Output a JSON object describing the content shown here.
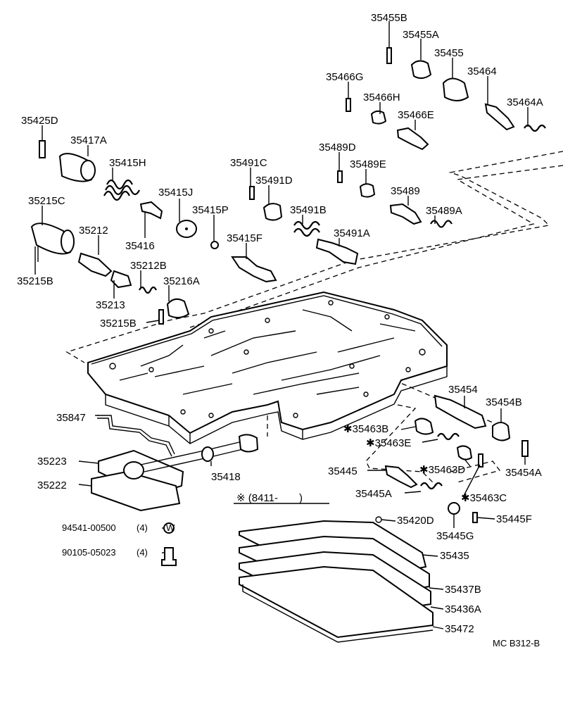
{
  "diagram": {
    "code": "MC B312-B",
    "serial_note": "※ (8411-　　)",
    "hardware": [
      {
        "part": "94541-00500",
        "qty": "(4)",
        "symbol": "W"
      },
      {
        "part": "90105-05023",
        "qty": "(4)"
      }
    ],
    "labels": [
      "35455B",
      "35455A",
      "35455",
      "35464",
      "35464A",
      "35466G",
      "35466H",
      "35466E",
      "35425D",
      "35417A",
      "35415H",
      "35491C",
      "35491D",
      "35489D",
      "35489E",
      "35489",
      "35489A",
      "35415J",
      "35415P",
      "35491B",
      "35491A",
      "35215C",
      "35212",
      "35416",
      "35415F",
      "35212B",
      "35215B",
      "35216A",
      "35213",
      "35215B",
      "35454",
      "35454B",
      "35847",
      "✱35463B",
      "✱35463E",
      "35454A",
      "35223",
      "35418",
      "35445",
      "✱35463D",
      "35222",
      "35445A",
      "✱35463C",
      "35420D",
      "35445F",
      "35445G",
      "35435",
      "35437B",
      "35436A",
      "35472"
    ]
  }
}
